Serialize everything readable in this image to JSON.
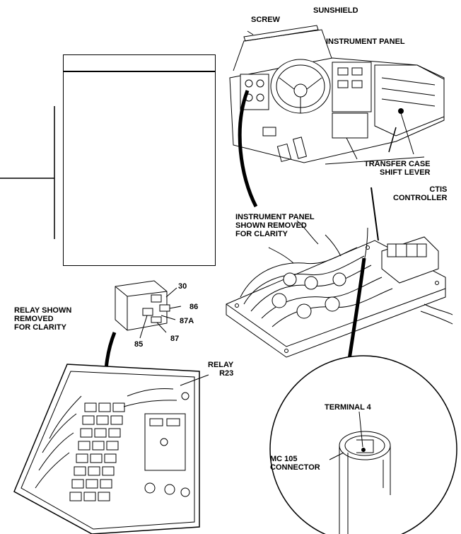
{
  "labels": {
    "screw": "SCREW",
    "sunshield": "SUNSHIELD",
    "instrument_panel": "INSTRUMENT PANEL",
    "transfer_case_line1": "TRANSFER CASE",
    "transfer_case_line2": "SHIFT LEVER",
    "ctis_line1": "CTIS",
    "ctis_line2": "CONTROLLER",
    "panel_removed_line1": "INSTRUMENT PANEL",
    "panel_removed_line2": "SHOWN REMOVED",
    "panel_removed_line3": "FOR CLARITY",
    "relay_removed_line1": "RELAY SHOWN",
    "relay_removed_line2": "REMOVED",
    "relay_removed_line3": "FOR CLARITY",
    "relay_line1": "RELAY",
    "relay_line2": "R23",
    "terminal": "TERMINAL 4",
    "connector_line1": "MC 105",
    "connector_line2": "CONNECTOR"
  },
  "relay_pins": {
    "pin30": "30",
    "pin86": "86",
    "pin87a": "87A",
    "pin87": "87",
    "pin85": "85"
  },
  "colors": {
    "ink": "#000000",
    "paper": "#ffffff"
  }
}
